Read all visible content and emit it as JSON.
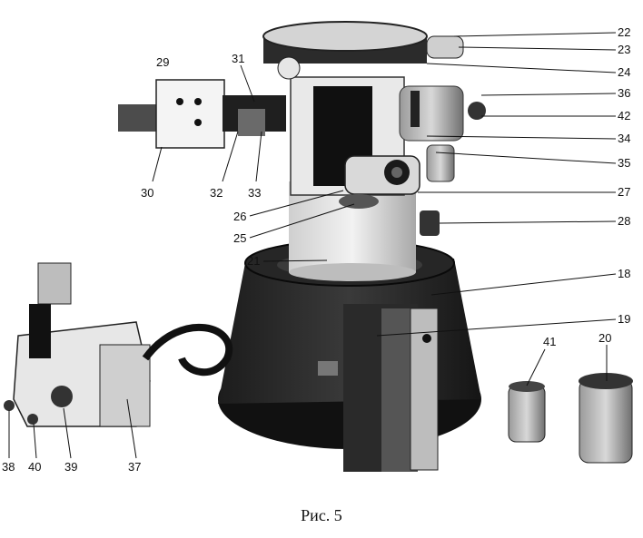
{
  "caption": "Рис. 5",
  "labels": {
    "l18": "18",
    "l19": "19",
    "l20": "20",
    "l21": "21",
    "l22": "22",
    "l23": "23",
    "l24": "24",
    "l25": "25",
    "l26": "26",
    "l27": "27",
    "l28": "28",
    "l29": "29",
    "l30": "30",
    "l31": "31",
    "l32": "32",
    "l33": "33",
    "l34": "34",
    "l35": "35",
    "l36": "36",
    "l37": "37",
    "l38": "38",
    "l39": "39",
    "l40": "40",
    "l41": "41",
    "l42": "42"
  }
}
